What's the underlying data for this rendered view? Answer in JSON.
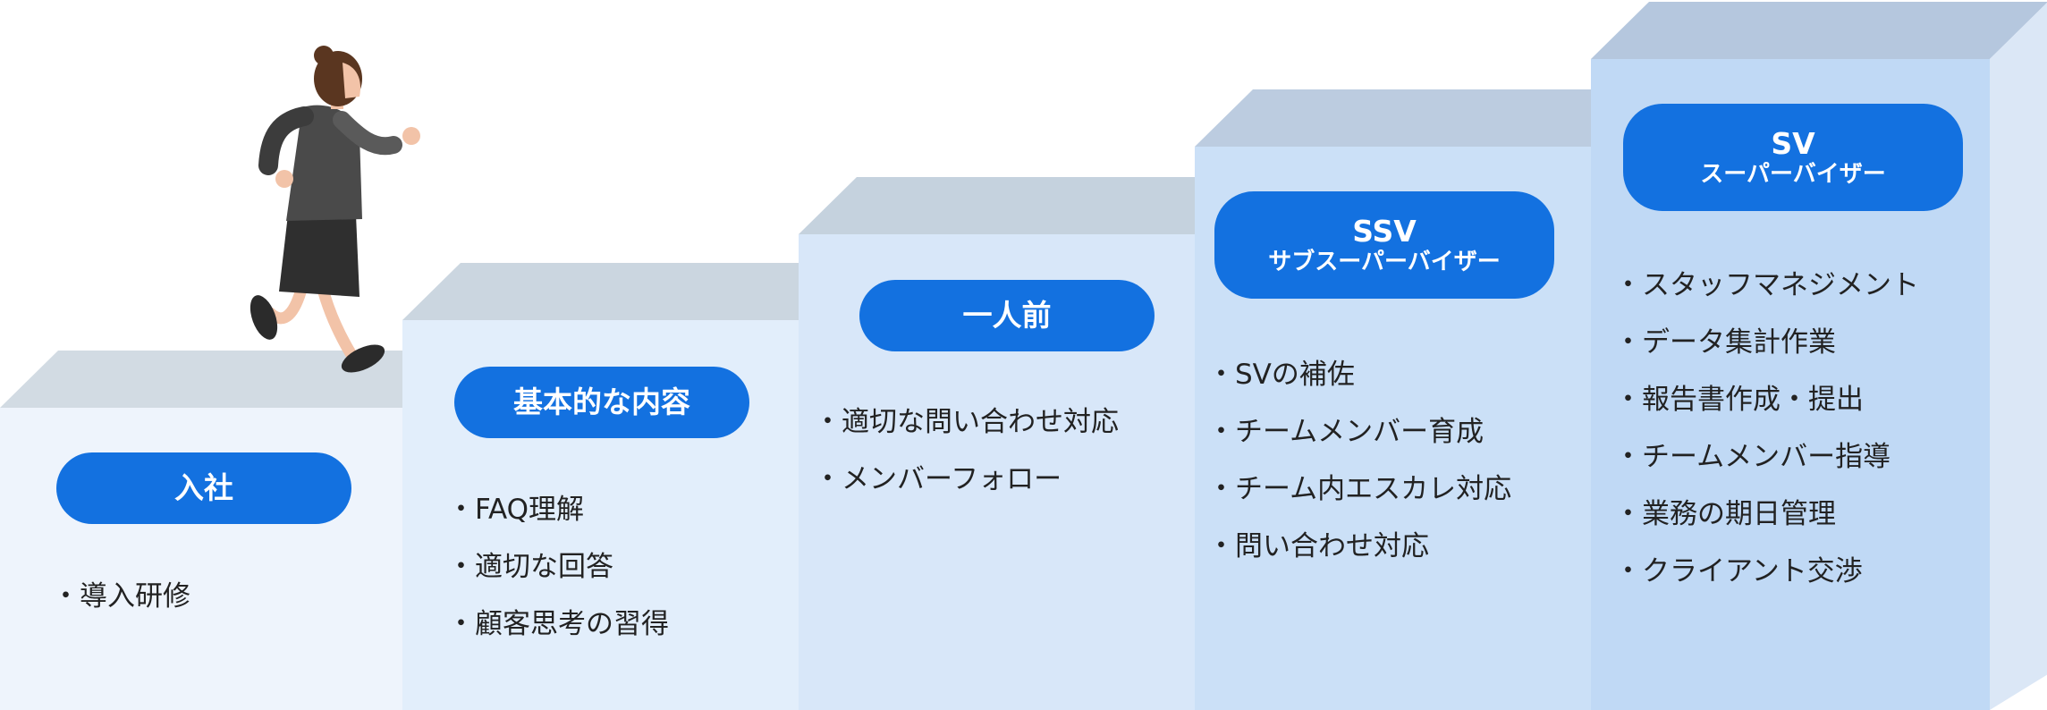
{
  "steps": [
    {
      "title": "入社",
      "subtitle": "",
      "items": [
        "導入研修"
      ]
    },
    {
      "title": "基本的な内容",
      "subtitle": "",
      "items": [
        "FAQ理解",
        "適切な回答",
        "顧客思考の習得"
      ]
    },
    {
      "title": "一人前",
      "subtitle": "",
      "items": [
        "適切な問い合わせ対応",
        "メンバーフォロー"
      ]
    },
    {
      "title": "SSV",
      "subtitle": "サブスーパーバイザー",
      "items": [
        "SVの補佐",
        "チームメンバー育成",
        "チーム内エスカレ対応",
        "問い合わせ対応"
      ]
    },
    {
      "title": "SV",
      "subtitle": "スーパーバイザー",
      "items": [
        "スタッフマネジメント",
        "データ集計作業",
        "報告書作成・提出",
        "チームメンバー指導",
        "業務の期日管理",
        "クライアント交渉"
      ]
    }
  ],
  "colors": {
    "accent": "#1371e0",
    "step_fronts": [
      "#eef4fc",
      "#e2eefb",
      "#d8e7f9",
      "#cbe0f7",
      "#c0d9f5"
    ],
    "step_tops": [
      "#d2dbe3",
      "#cbd6e0",
      "#c5d2de",
      "#bccce0",
      "#b5c7de"
    ],
    "side": "#dbe7f6"
  }
}
